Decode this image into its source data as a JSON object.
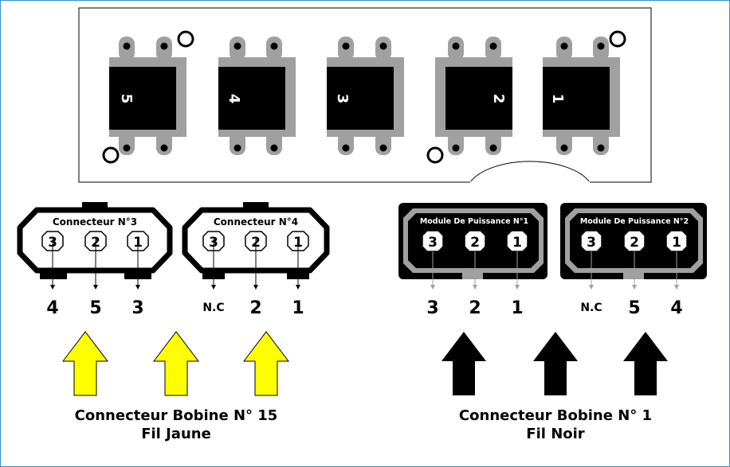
{
  "board": {
    "modules": [
      {
        "id": "5",
        "label": "5"
      },
      {
        "id": "4",
        "label": "4"
      },
      {
        "id": "3",
        "label": "3"
      },
      {
        "id": "2",
        "label": "2"
      },
      {
        "id": "1",
        "label": "1"
      }
    ]
  },
  "connectors": [
    {
      "title": "Connecteur N°3",
      "pins": [
        "3",
        "2",
        "1"
      ],
      "wires": [
        "4",
        "5",
        "3"
      ]
    },
    {
      "title": "Connecteur N°4",
      "pins": [
        "3",
        "2",
        "1"
      ],
      "wires": [
        "N.C",
        "2",
        "1"
      ]
    }
  ],
  "power_modules": [
    {
      "title": "Module De Puissance N°1",
      "pins": [
        "3",
        "2",
        "1"
      ],
      "wires": [
        "3",
        "2",
        "1"
      ]
    },
    {
      "title": "Module De Puissance N°2",
      "pins": [
        "3",
        "2",
        "1"
      ],
      "wires": [
        "N.C",
        "5",
        "4"
      ]
    }
  ],
  "captions": {
    "left_line1": "Connecteur Bobine N° 15",
    "left_line2": "Fil Jaune",
    "right_line1": "Connecteur Bobine N° 1",
    "right_line2": "Fil Noir"
  },
  "colors": {
    "yellow_arrow": "#ffff00",
    "black_arrow": "#000000",
    "pad_gray": "#a0a0a0",
    "body_black": "#000000"
  }
}
